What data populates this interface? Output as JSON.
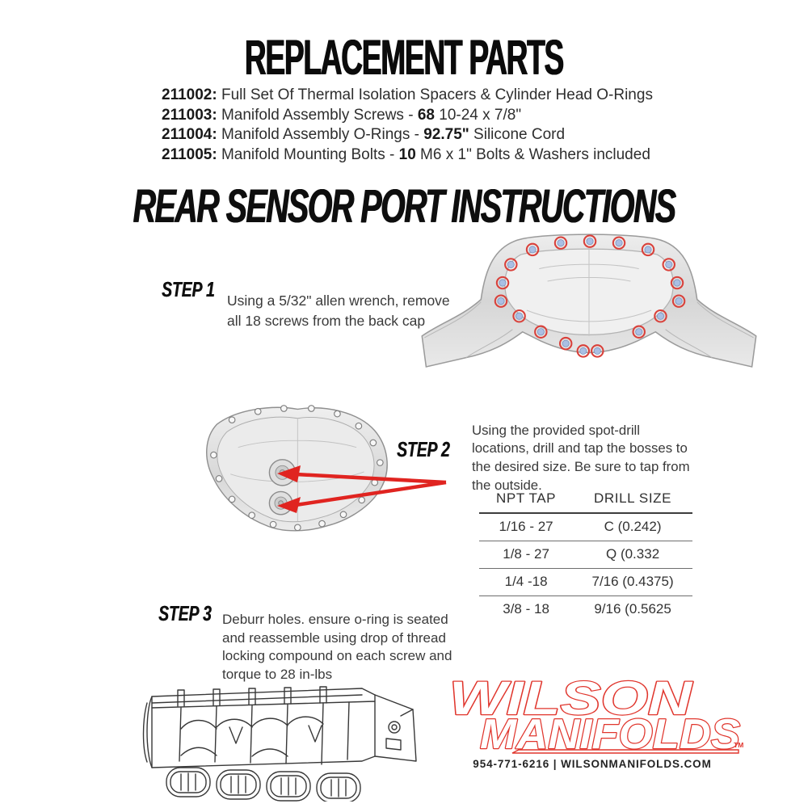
{
  "title": "REPLACEMENT PARTS",
  "section_heading": "REAR SENSOR PORT INSTRUCTIONS",
  "parts": [
    {
      "num": "211002:",
      "pre": " Full Set Of Thermal Isolation Spacers & Cylinder Head O-Rings",
      "bold": "",
      "post": ""
    },
    {
      "num": "211003:",
      "pre": " Manifold Assembly Screws - ",
      "bold": "68",
      "post": " 10-24 x 7/8\""
    },
    {
      "num": "211004:",
      "pre": " Manifold Assembly O-Rings - ",
      "bold": "92.75\"",
      "post": " Silicone Cord"
    },
    {
      "num": "211005:",
      "pre": " Manifold Mounting Bolts - ",
      "bold": "10",
      "post": " M6 x 1\" Bolts & Washers included"
    }
  ],
  "steps": [
    {
      "label": "STEP 1",
      "text": "Using a 5/32\" allen wrench, remove all 18 screws from the back cap"
    },
    {
      "label": "STEP 2",
      "text": "Using the provided spot-drill locations, drill and tap the bosses to the desired size. Be sure to tap from the outside."
    },
    {
      "label": "STEP 3",
      "text": "Deburr holes. ensure o-ring is seated and reassemble using drop of thread locking compound on each screw and torque to 28 in-lbs"
    }
  ],
  "drill_table": {
    "headers": [
      "NPT TAP",
      "DRILL SIZE"
    ],
    "rows": [
      [
        "1/16 - 27",
        "C (0.242)"
      ],
      [
        "1/8 - 27",
        "Q (0.332"
      ],
      [
        "1/4 -18",
        "7/16 (0.4375)"
      ],
      [
        "3/8 - 18",
        "9/16 (0.5625"
      ]
    ]
  },
  "footer": {
    "logo_line1": "WILSON",
    "logo_line2": "MANIFOLDS",
    "trademark": "TM",
    "contact": "954-771-6216  |  WILSONMANIFOLDS.COM"
  },
  "colors": {
    "logo_red": "#e0352c",
    "arrow_red": "#e02420",
    "screw_ring_red": "#d9403a",
    "screw_fill_blue": "#aabfe4",
    "text_dark": "#3a3a3a"
  }
}
